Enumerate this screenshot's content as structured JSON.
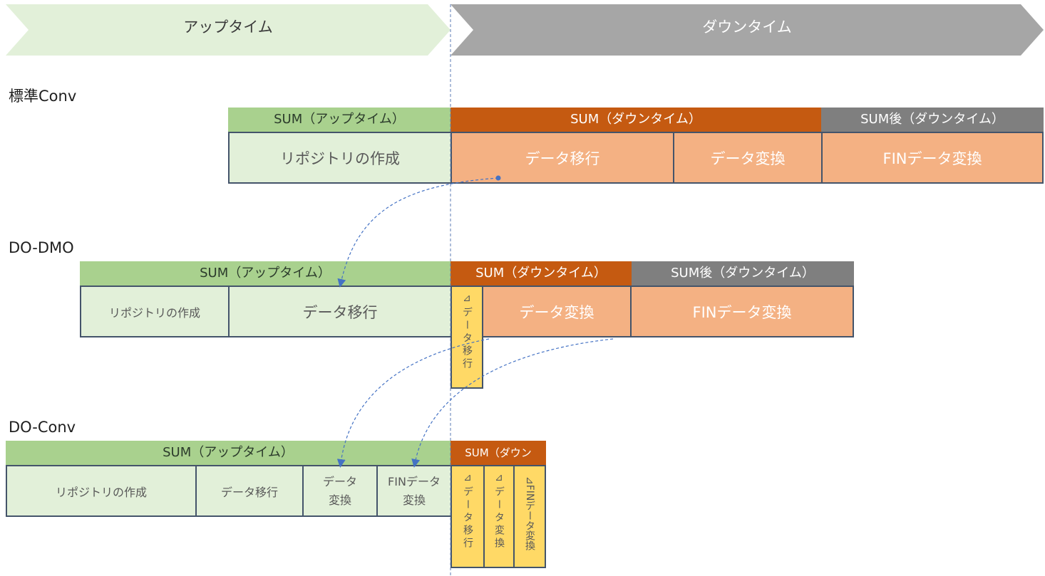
{
  "header": {
    "uptime_label": "アップタイム",
    "downtime_label": "ダウンタイム"
  },
  "sections": {
    "standard": {
      "label": "標準Conv",
      "headers": [
        "SUM（アップタイム）",
        "SUM（ダウンタイム）",
        "SUM後（ダウンタイム）"
      ],
      "cells": [
        "リポジトリの作成",
        "データ移行",
        "データ変換",
        "FINデータ変換"
      ]
    },
    "dodmo": {
      "label": "DO-DMO",
      "headers": [
        "SUM（アップタイム）",
        "SUM（ダウンタイム）",
        "SUM後（ダウンタイム）"
      ],
      "cells": [
        "リポジトリの作成",
        "データ移行",
        "⊿データ移行",
        "データ変換",
        "FINデータ変換"
      ]
    },
    "doconv": {
      "label": "DO-Conv",
      "headers": [
        "SUM（アップタイム）",
        "SUM（ダウン"
      ],
      "cells": [
        "リポジトリの作成",
        "データ移行",
        "データ",
        "変換",
        "FINデータ",
        "変換",
        "⊿データ移行",
        "⊿データ変換",
        "⊿FINデータ変換"
      ]
    }
  },
  "colors": {
    "uptime_chevron": "#e2f0d9",
    "downtime_chevron": "#a6a6a6",
    "sum_uptime": "#a9d18e",
    "sum_downtime": "#c55a11",
    "sum_after": "#7f7f7f",
    "cell_green": "#e2f0d9",
    "cell_orange": "#f4b183",
    "cell_yellow": "#ffd966",
    "border": "#44546a",
    "arrow": "#4472c4"
  }
}
